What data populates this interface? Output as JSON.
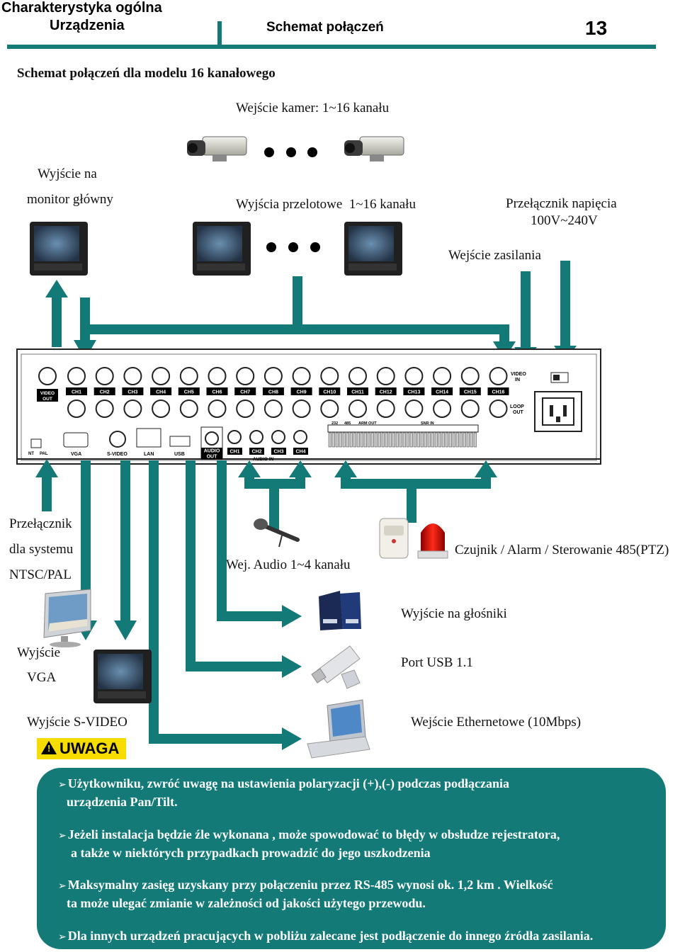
{
  "header": {
    "section_line1": "Charakterystyka ogólna",
    "section_line2": "Urządzenia",
    "chapter": "Schemat połączeń",
    "page_number": "13"
  },
  "diagram_title": "Schemat połączeń dla modelu 16 kanałowego",
  "labels": {
    "camera_input": "Wejście kamer: 1~16 kanału",
    "main_monitor_1": "Wyjście na",
    "main_monitor_2": "monitor główny",
    "loop_outputs": "Wyjścia przelotowe  1~16 kanału",
    "voltage_1": "Przełącznik napięcia",
    "voltage_2": "100V~240V",
    "power_input": "Wejście zasilania",
    "system_switch_1": "Przełącznik",
    "system_switch_2": "dla systemu",
    "system_switch_3": "NTSC/PAL",
    "audio_input": "Wej. Audio 1~4 kanału",
    "sensor_alarm": "Czujnik / Alarm / Sterowanie 485(PTZ)",
    "speaker_output": "Wyjście na głośniki",
    "vga_1": "Wyjście",
    "vga_2": "VGA",
    "usb_port": "Port USB 1.1",
    "svideo_output": "Wyjście S-VIDEO",
    "ethernet_input": "Wejście Ethernetowe (10Mbps)"
  },
  "panel": {
    "video_out": [
      "VIDEO",
      "OUT"
    ],
    "channels": [
      "CH1",
      "CH2",
      "CH3",
      "CH4",
      "CH5",
      "CH6",
      "CH7",
      "CH8",
      "CH9",
      "CH10",
      "CH11",
      "CH12",
      "CH13",
      "CH14",
      "CH15",
      "CH16"
    ],
    "video_in": [
      "VIDEO",
      "IN"
    ],
    "loop_out": [
      "LOOP",
      "OUT"
    ],
    "ntsc_pal": [
      "NT",
      "PAL"
    ],
    "vga": "VGA",
    "svideo": "S-VIDEO",
    "lan": "LAN",
    "usb": "USB",
    "audio_out": [
      "AUDIO",
      "OUT"
    ],
    "audio_ch": [
      "CH1",
      "CH2",
      "CH3",
      "CH4"
    ],
    "audio_in": "AUDIO IN",
    "terminal_labels": [
      "232",
      "485",
      "ARM OUT",
      "SNR IN"
    ]
  },
  "warning_label": "UWAGA",
  "notes": [
    {
      "line1": "Użytkowniku, zwróć uwagę na ustawienia polaryzacji (+),(-) podczas  podłączania",
      "line2": "urządzenia Pan/Tilt."
    },
    {
      "line1": "Jeżeli instalacja będzie źle wykonana , może spowodować to błędy w obsłudze rejestratora,",
      "line2": "a także w niektórych przypadkach prowadzić do jego uszkodzenia"
    },
    {
      "line1": "Maksymalny zasięg uzyskany przy połączeniu przez  RS-485  wynosi ok. 1,2 km . Wielkość",
      "line2": "ta może ulegać zmianie w zależności od jakości użytego przewodu."
    },
    {
      "line1": "Dla innych urządzeń pracujących w pobliżu zalecane jest podłączenie do innego źródła zasilania.",
      "line2": ""
    }
  ],
  "colors": {
    "accent": "#137a78",
    "warning": "#f7dc00"
  },
  "icons": [
    "camera-icon",
    "monitor-icon",
    "lcd-monitor-icon",
    "microphone-icon",
    "motion-sensor-icon",
    "alarm-siren-icon",
    "speaker-icon",
    "usb-stick-icon",
    "laptop-icon",
    "warning-icon"
  ]
}
